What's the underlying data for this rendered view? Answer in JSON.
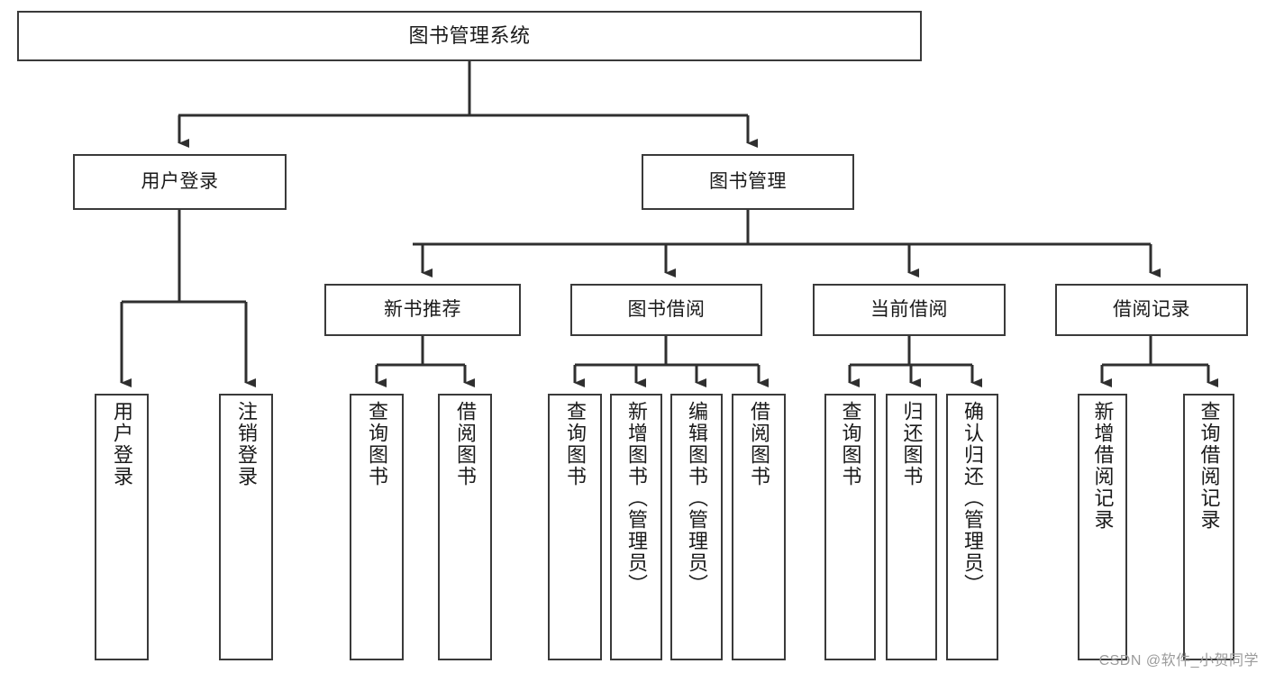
{
  "diagram": {
    "title": "图书管理系统",
    "type": "tree",
    "root": {
      "label": "图书管理系统"
    },
    "level1": [
      {
        "id": "user-login",
        "label": "用户登录"
      },
      {
        "id": "book-management",
        "label": "图书管理"
      }
    ],
    "level2": [
      {
        "id": "new-book-recommend",
        "label": "新书推荐",
        "parent": "book-management"
      },
      {
        "id": "book-borrow",
        "label": "图书借阅",
        "parent": "book-management"
      },
      {
        "id": "current-borrow",
        "label": "当前借阅",
        "parent": "book-management"
      },
      {
        "id": "borrow-record",
        "label": "借阅记录",
        "parent": "book-management"
      }
    ],
    "leaves": {
      "user_login": [
        {
          "id": "leaf-user-login",
          "label": "用户登录"
        },
        {
          "id": "leaf-logout",
          "label": "注销登录"
        }
      ],
      "new_book_recommend": [
        {
          "id": "leaf-query-book-1",
          "label": "查询图书"
        },
        {
          "id": "leaf-borrow-book-1",
          "label": "借阅图书"
        }
      ],
      "book_borrow": [
        {
          "id": "leaf-query-book-2",
          "label": "查询图书"
        },
        {
          "id": "leaf-add-book",
          "label": "新增图书（管理员）"
        },
        {
          "id": "leaf-edit-book",
          "label": "编辑图书（管理员）"
        },
        {
          "id": "leaf-borrow-book-2",
          "label": "借阅图书"
        }
      ],
      "current_borrow": [
        {
          "id": "leaf-query-book-3",
          "label": "查询图书"
        },
        {
          "id": "leaf-return-book",
          "label": "归还图书"
        },
        {
          "id": "leaf-confirm-return",
          "label": "确认归还（管理员）"
        }
      ],
      "borrow_record": [
        {
          "id": "leaf-add-record",
          "label": "新增借阅记录"
        },
        {
          "id": "leaf-query-record",
          "label": "查询借阅记录"
        }
      ]
    }
  },
  "watermark": {
    "text": "CSDN @软件_小贺同学"
  },
  "colors": {
    "border": "#3a3a3a",
    "background": "#ffffff",
    "text": "#1a1a1a",
    "watermark": "#9b9b9b"
  }
}
